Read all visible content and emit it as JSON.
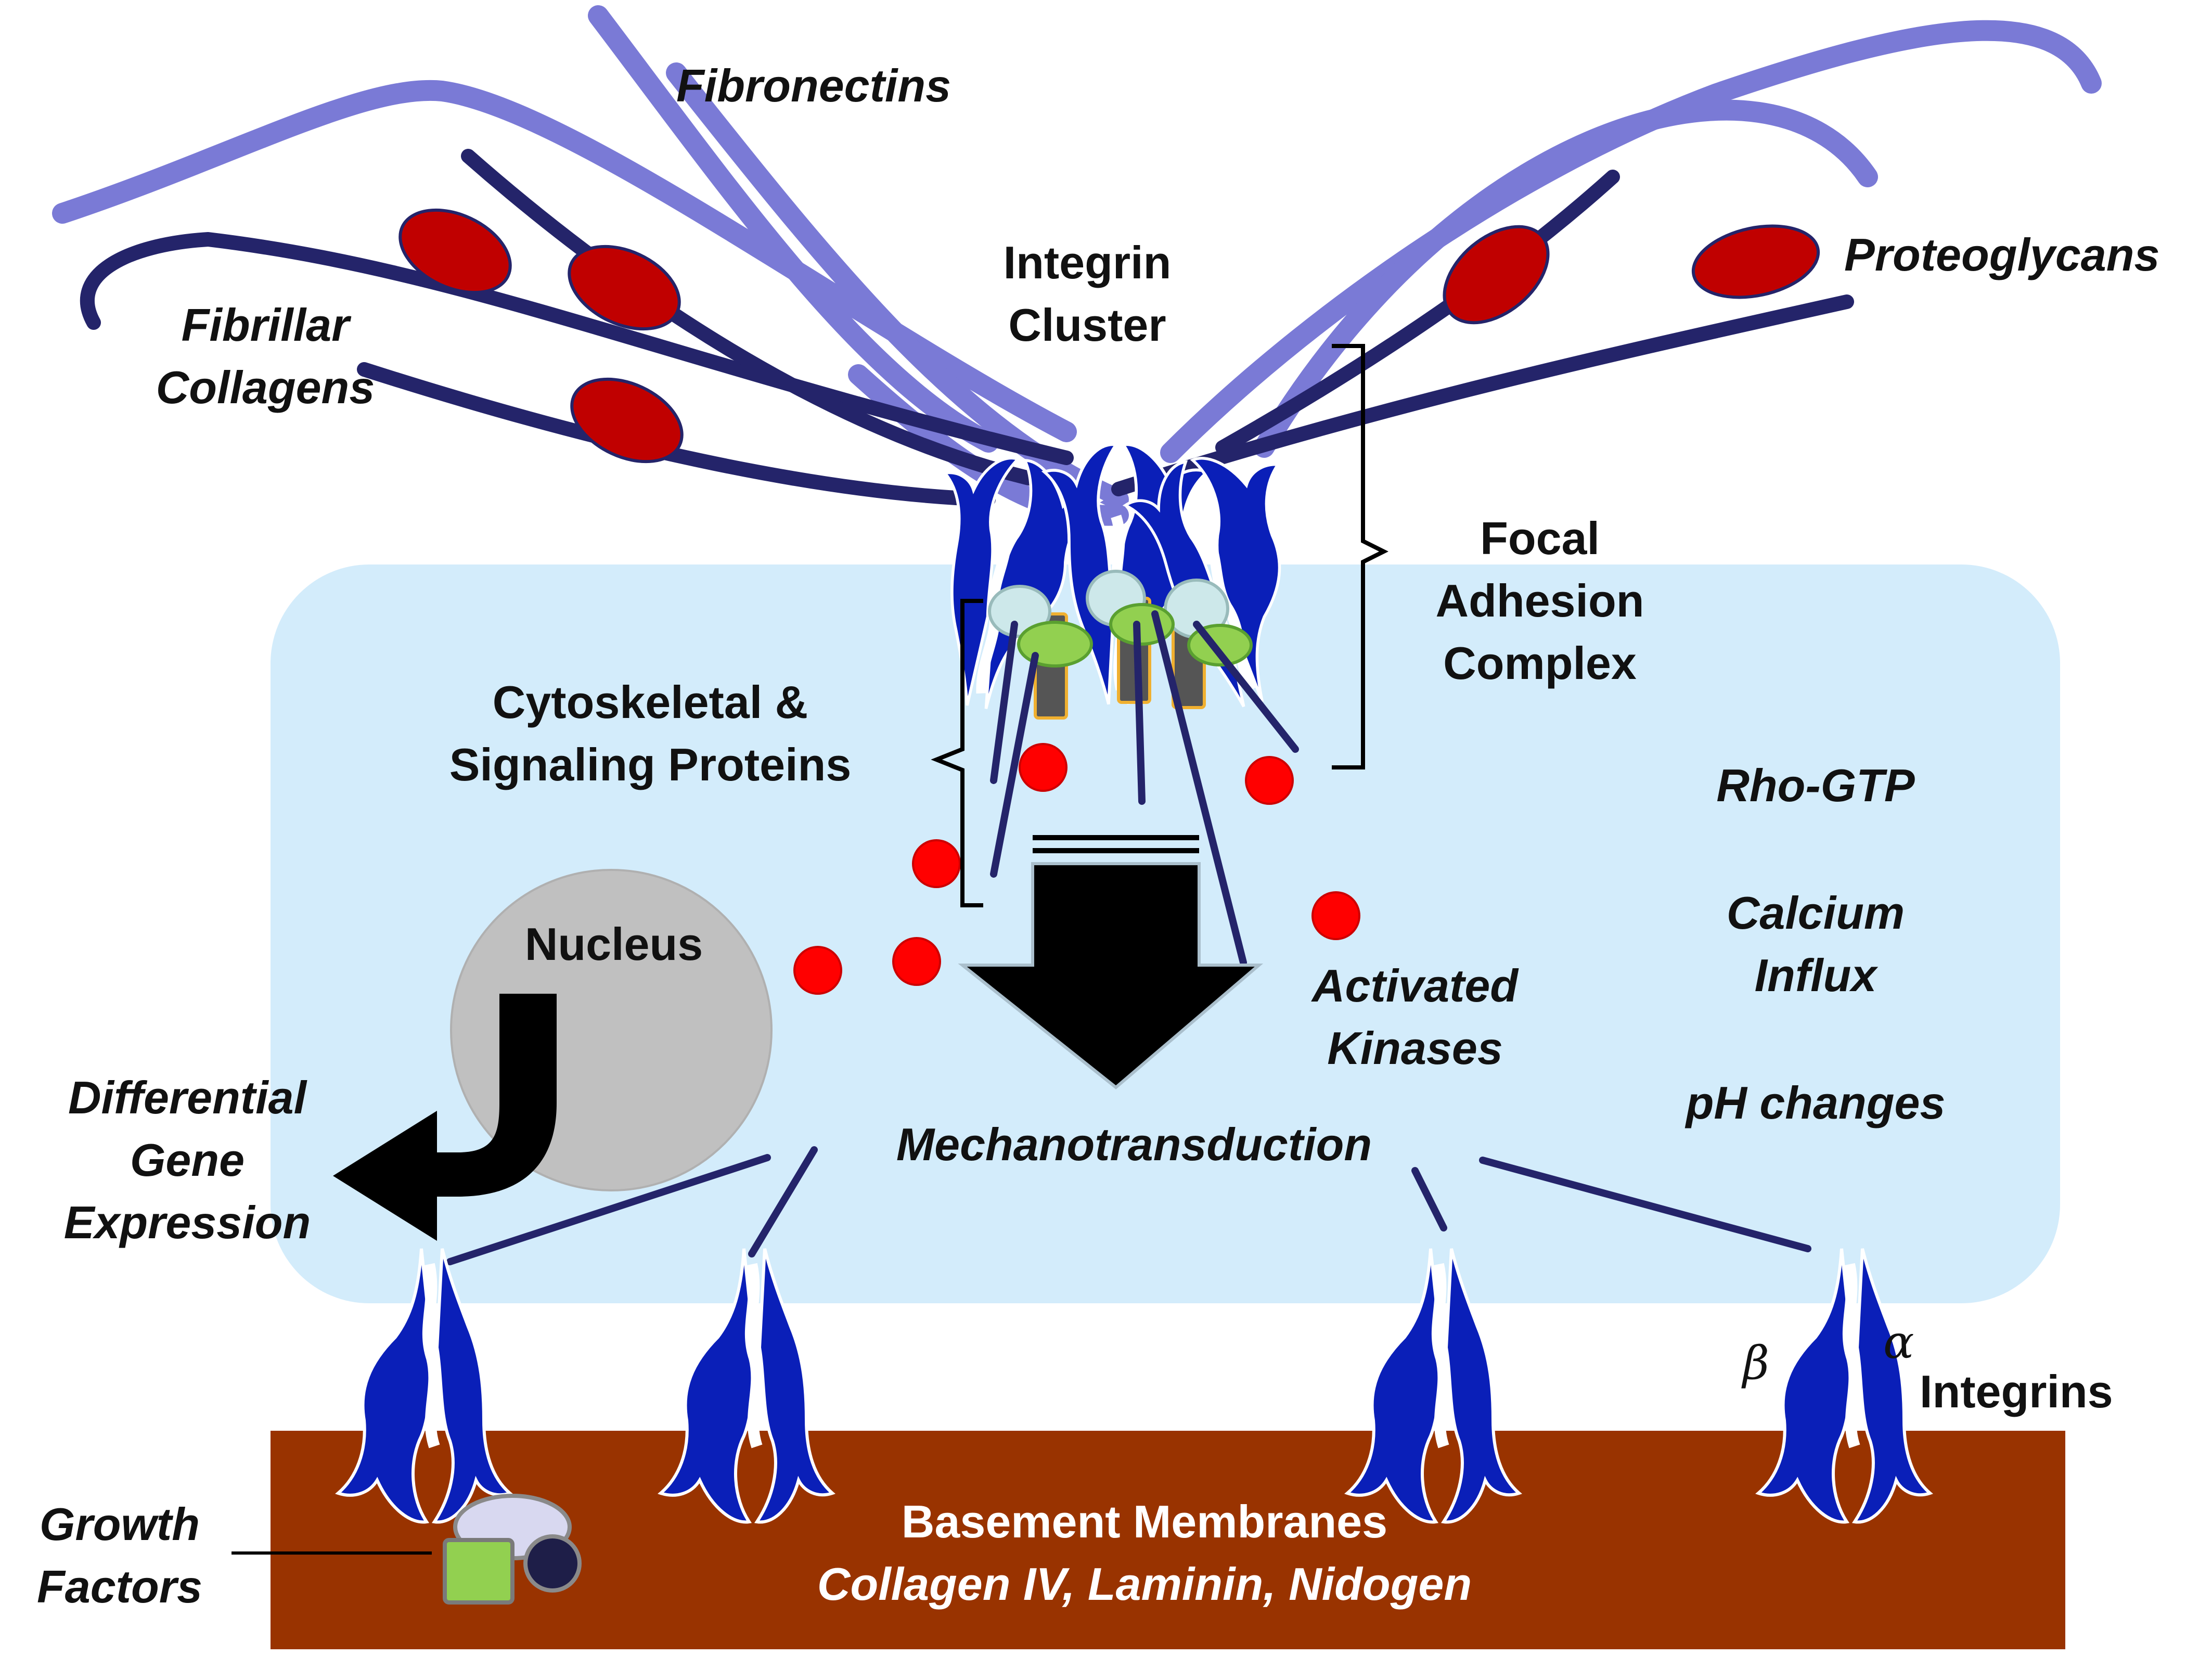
{
  "labels": {
    "fibronectins": "Fibronectins",
    "fibrillar_collagens": [
      "Fibrillar",
      "Collagens"
    ],
    "integrin_cluster": [
      "Integrin",
      "Cluster"
    ],
    "proteoglycans": "Proteoglycans",
    "focal_adhesion_complex": [
      "Focal",
      "Adhesion",
      "Complex"
    ],
    "cytoskeletal_signaling": [
      "Cytoskeletal &",
      "Signaling Proteins"
    ],
    "rho_gtp": "Rho-GTP",
    "calcium_influx": [
      "Calcium",
      "Influx"
    ],
    "ph_changes": "pH changes",
    "nucleus": "Nucleus",
    "activated_kinases": [
      "Activated",
      "Kinases"
    ],
    "differential_gene_expression": [
      "Differential",
      "Gene",
      "Expression"
    ],
    "mechanotransduction": "Mechanotransduction",
    "beta": "β",
    "alpha": "α",
    "integrins": "Integrins",
    "growth_factors": [
      "Growth",
      "Factors"
    ],
    "basement_membranes": "Basement Membranes",
    "basement_components": "Collagen IV, Laminin, Nidogen"
  },
  "colors": {
    "cell": "#d3ecfb",
    "fibronectin": "#7a7ad6",
    "collagen": "#24246a",
    "proteoglycan": "#c00000",
    "integrin": "#0a1fb8",
    "membrane": "#993300",
    "nucleus": "#c0c0c0",
    "kinase": "#ff0000",
    "adaptor_green": "#92d050",
    "adaptor_light": "#cde8ea"
  }
}
